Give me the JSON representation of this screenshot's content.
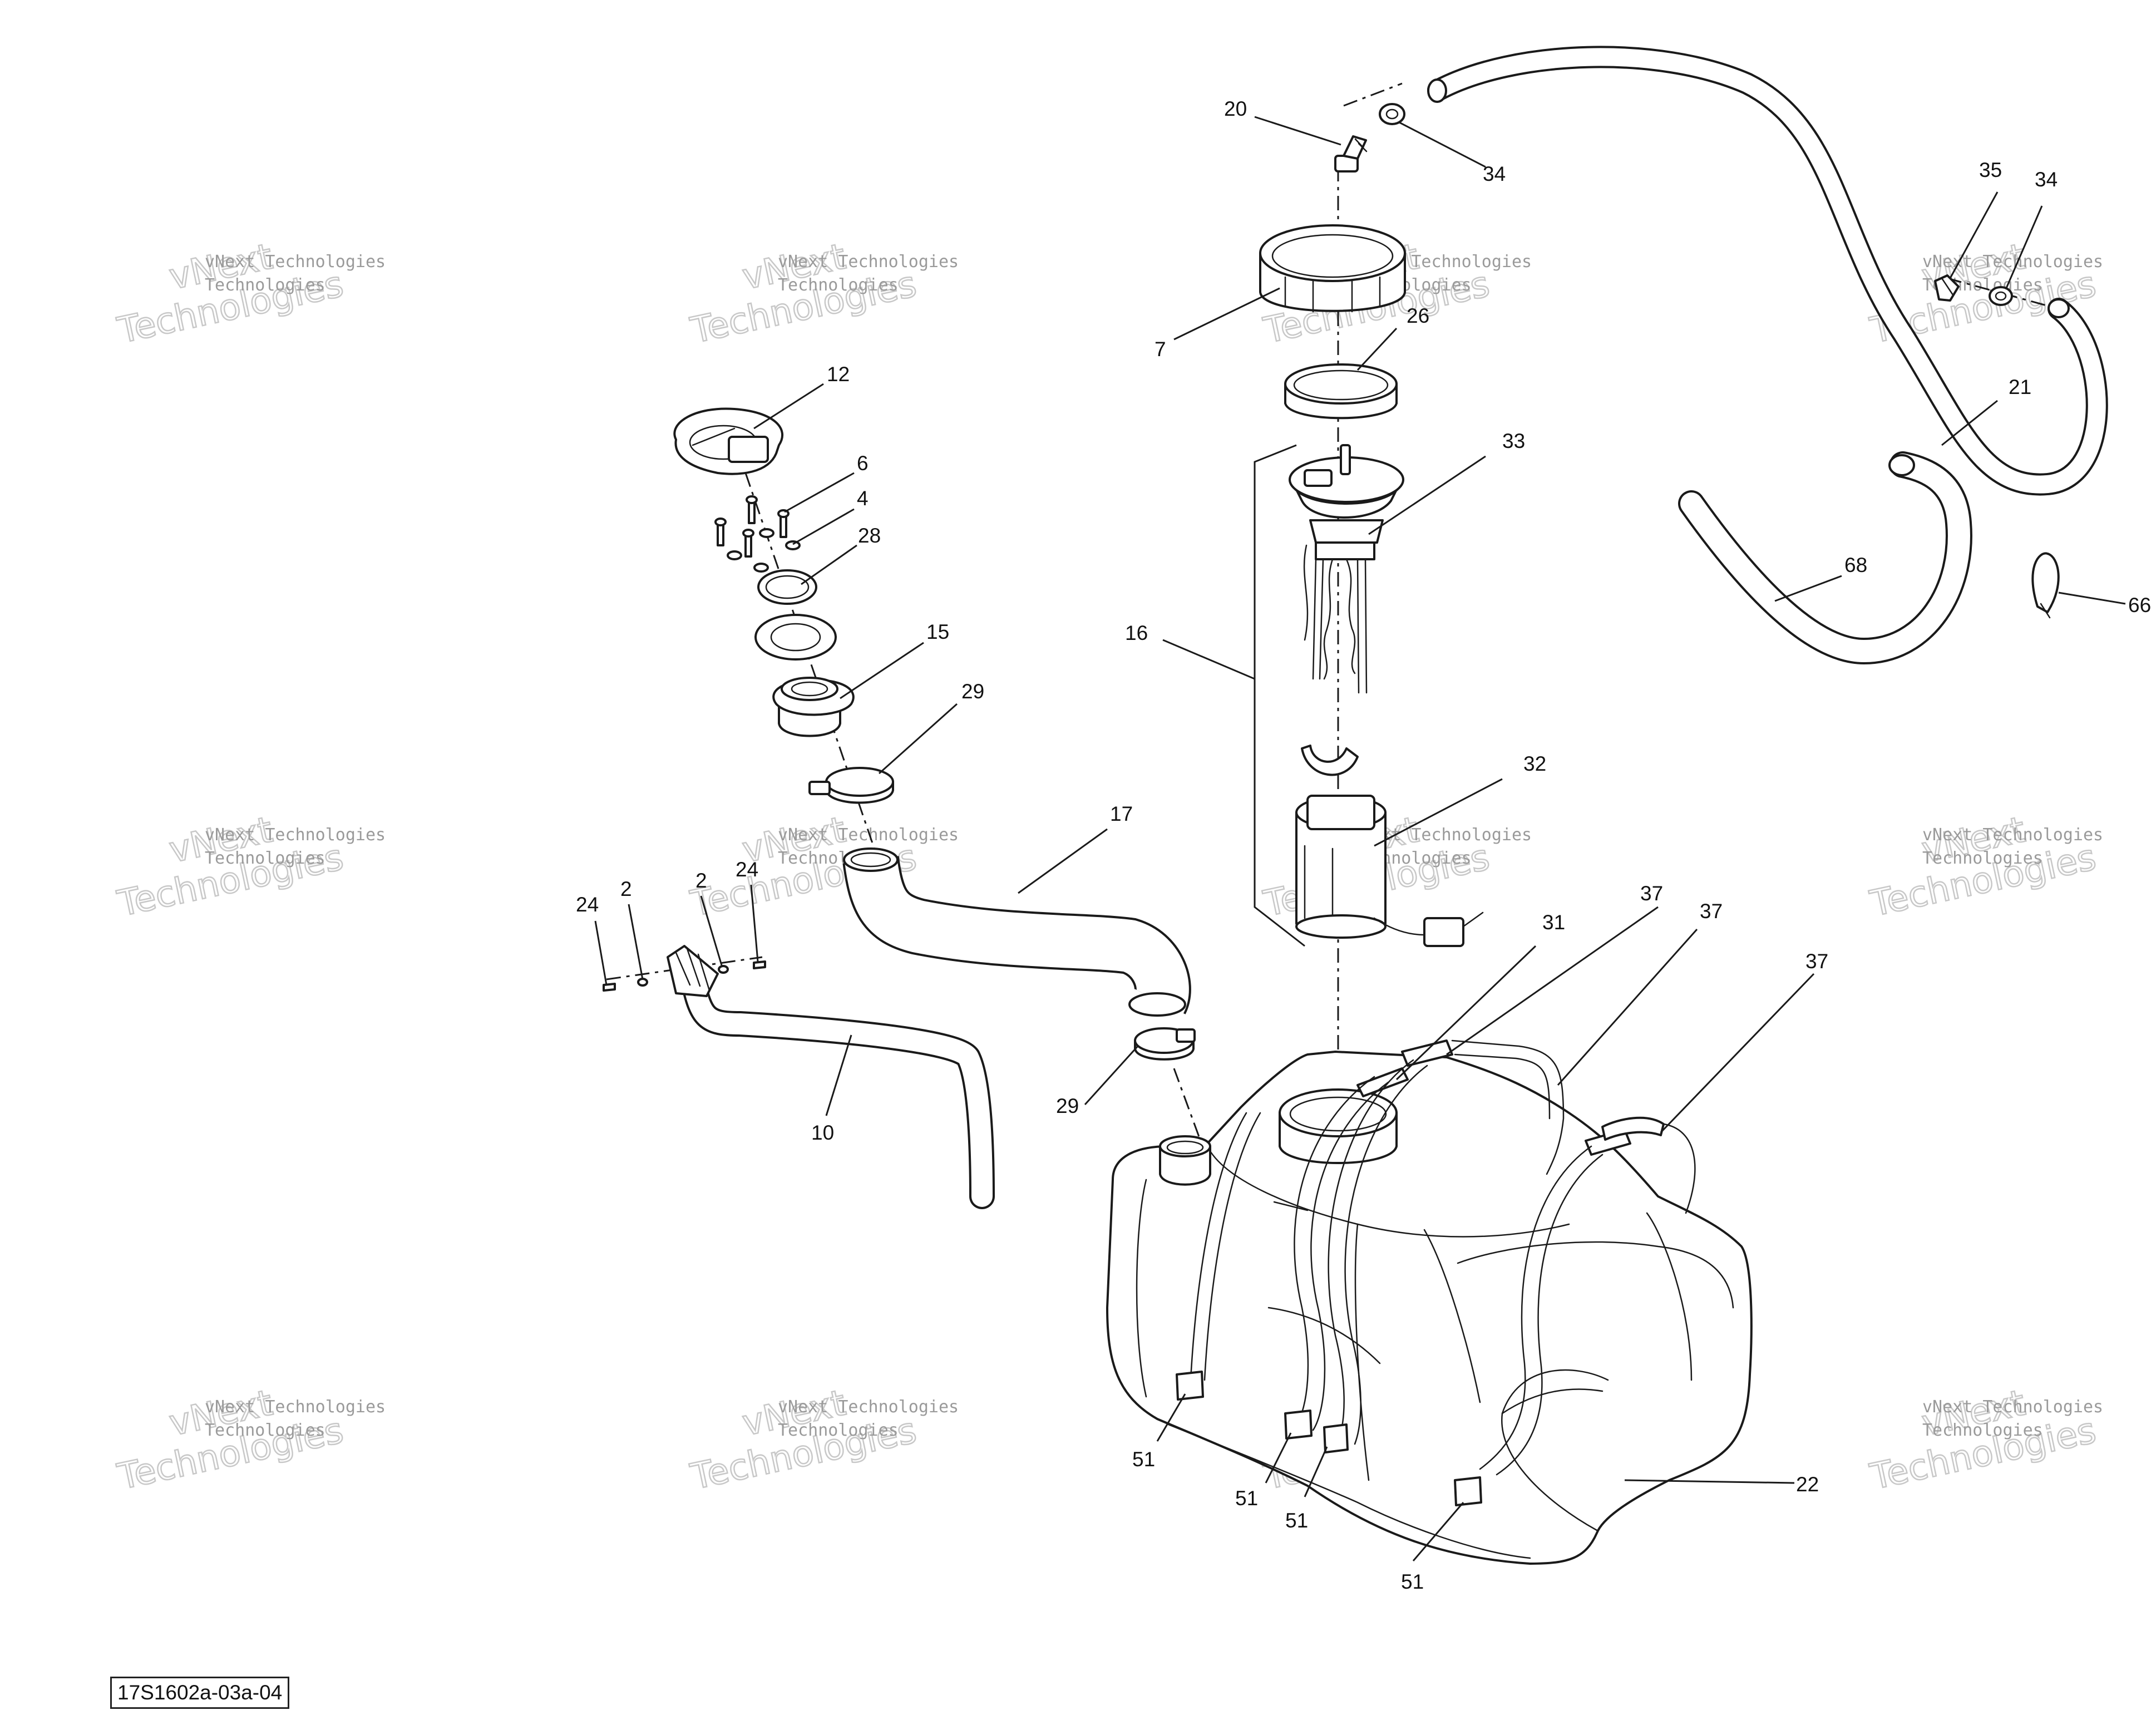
{
  "figure_id": "17S1602a-03a-04",
  "watermark": {
    "line1": "vNext",
    "line2": "vNext Technologies",
    "line3": "Technologies"
  },
  "callouts": {
    "c20": "20",
    "c34a": "34",
    "c35": "35",
    "c34b": "34",
    "c7": "7",
    "c26": "26",
    "c21": "21",
    "c12": "12",
    "c6": "6",
    "c4": "4",
    "c28": "28",
    "c33": "33",
    "c68": "68",
    "c66": "66",
    "c15": "15",
    "c16": "16",
    "c29a": "29",
    "c32": "32",
    "c17": "17",
    "c24a": "24",
    "c2a": "2",
    "c2b": "2",
    "c24b": "24",
    "c31": "31",
    "c37a": "37",
    "c37b": "37",
    "c37c": "37",
    "c10": "10",
    "c29b": "29",
    "c51a": "51",
    "c51b": "51",
    "c51c": "51",
    "c51d": "51",
    "c22": "22"
  }
}
